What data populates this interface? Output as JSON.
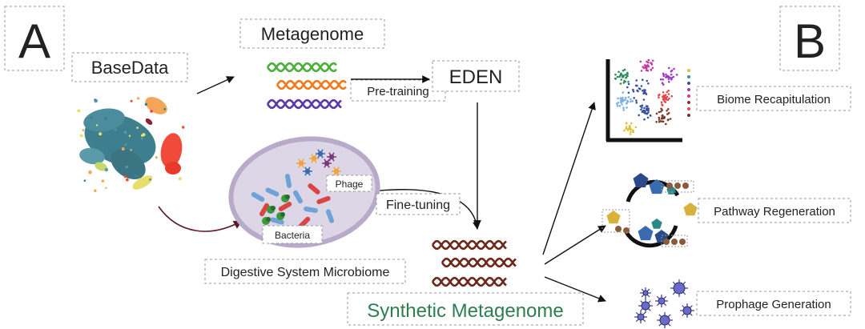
{
  "panel_labels": {
    "a": "A",
    "b": "B"
  },
  "labels": {
    "basedata": "BaseData",
    "metagenome": "Metagenome",
    "pretraining": "Pre-training",
    "eden": "EDEN",
    "phage": "Phage",
    "bacteria": "Bacteria",
    "finetuning": "Fine-tuning",
    "digestive": "Digestive System Microbiome",
    "synthetic": "Synthetic Metagenome",
    "biome": "Biome Recapitulation",
    "pathway": "Pathway Regeneration",
    "prophage": "Prophage Generation"
  },
  "colors": {
    "synthetic_text": "#2e7d4f",
    "dna_green": "#4caf3a",
    "dna_orange": "#f07a1e",
    "dna_purple": "#5a3aa8",
    "dna_brown": "#6b2a1c",
    "ellipse_fill": "#ddd6e6",
    "ellipse_stroke": "#b8aac8",
    "arrow_curve": "#5a1a2a"
  },
  "icons": {
    "umap": "umap-cluster-icon",
    "scatter": "cluster-scatter-plot-icon",
    "pathway": "pathway-cycle-icon",
    "phage": "phage-particles-icon"
  }
}
